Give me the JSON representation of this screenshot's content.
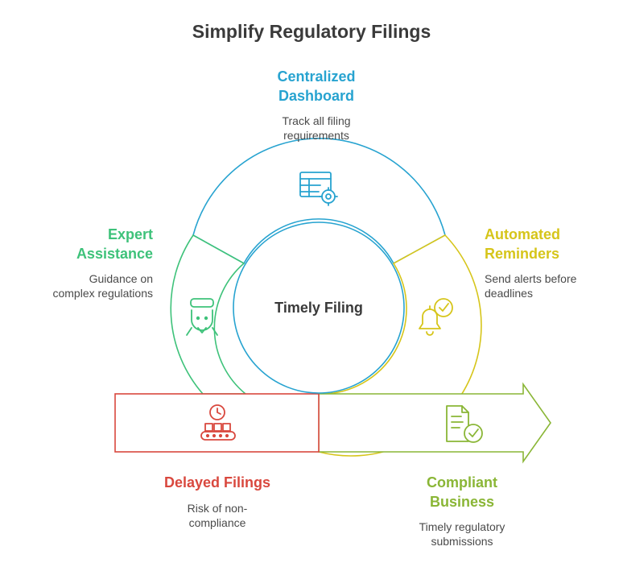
{
  "title": "Simplify Regulatory Filings",
  "center_label": "Timely Filing",
  "colors": {
    "blue": "#27a3d0",
    "yellow": "#d6c51a",
    "green": "#3ec27a",
    "red": "#d9483e",
    "lime": "#8ab636",
    "text": "#3a3a3a"
  },
  "sections": {
    "dashboard": {
      "title_line1": "Centralized",
      "title_line2": "Dashboard",
      "desc_line1": "Track all filing",
      "desc_line2": "requirements",
      "icon": "table-gear-icon"
    },
    "reminders": {
      "title_line1": "Automated",
      "title_line2": "Reminders",
      "desc_line1": "Send alerts before",
      "desc_line2": "deadlines",
      "icon": "bell-check-icon"
    },
    "assistance": {
      "title_line1": "Expert",
      "title_line2": "Assistance",
      "desc_line1": "Guidance on",
      "desc_line2": "complex regulations",
      "icon": "person-icon"
    },
    "delayed": {
      "title": "Delayed Filings",
      "desc_line1": "Risk of non-",
      "desc_line2": "compliance",
      "icon": "clock-conveyor-icon"
    },
    "compliant": {
      "title_line1": "Compliant",
      "title_line2": "Business",
      "desc_line1": "Timely regulatory",
      "desc_line2": "submissions",
      "icon": "document-check-icon"
    }
  }
}
